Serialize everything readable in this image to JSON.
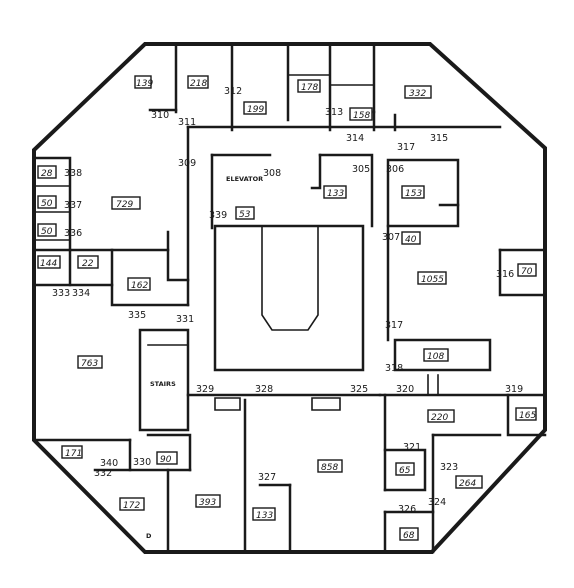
{
  "plan": {
    "room_numbers": [
      "310",
      "311",
      "312",
      "313",
      "314",
      "317",
      "315",
      "309",
      "308",
      "305",
      "306",
      "338",
      "337",
      "336",
      "339",
      "307",
      "316",
      "335",
      "333",
      "334",
      "331",
      "317",
      "318",
      "329",
      "328",
      "325",
      "320",
      "319",
      "330",
      "340",
      "332",
      "321",
      "323",
      "327",
      "324",
      "326"
    ],
    "areas": [
      "139",
      "218",
      "199",
      "178",
      "158",
      "332",
      "729",
      "28",
      "50",
      "50",
      "133",
      "153",
      "53",
      "40",
      "1055",
      "70",
      "144",
      "22",
      "162",
      "108",
      "763",
      "220",
      "165",
      "171",
      "90",
      "65",
      "858",
      "264",
      "393",
      "172",
      "133",
      "68"
    ],
    "labels": {
      "elevator": "ELEVATOR",
      "stairs": "STAIRS",
      "mark_d": "D"
    }
  }
}
